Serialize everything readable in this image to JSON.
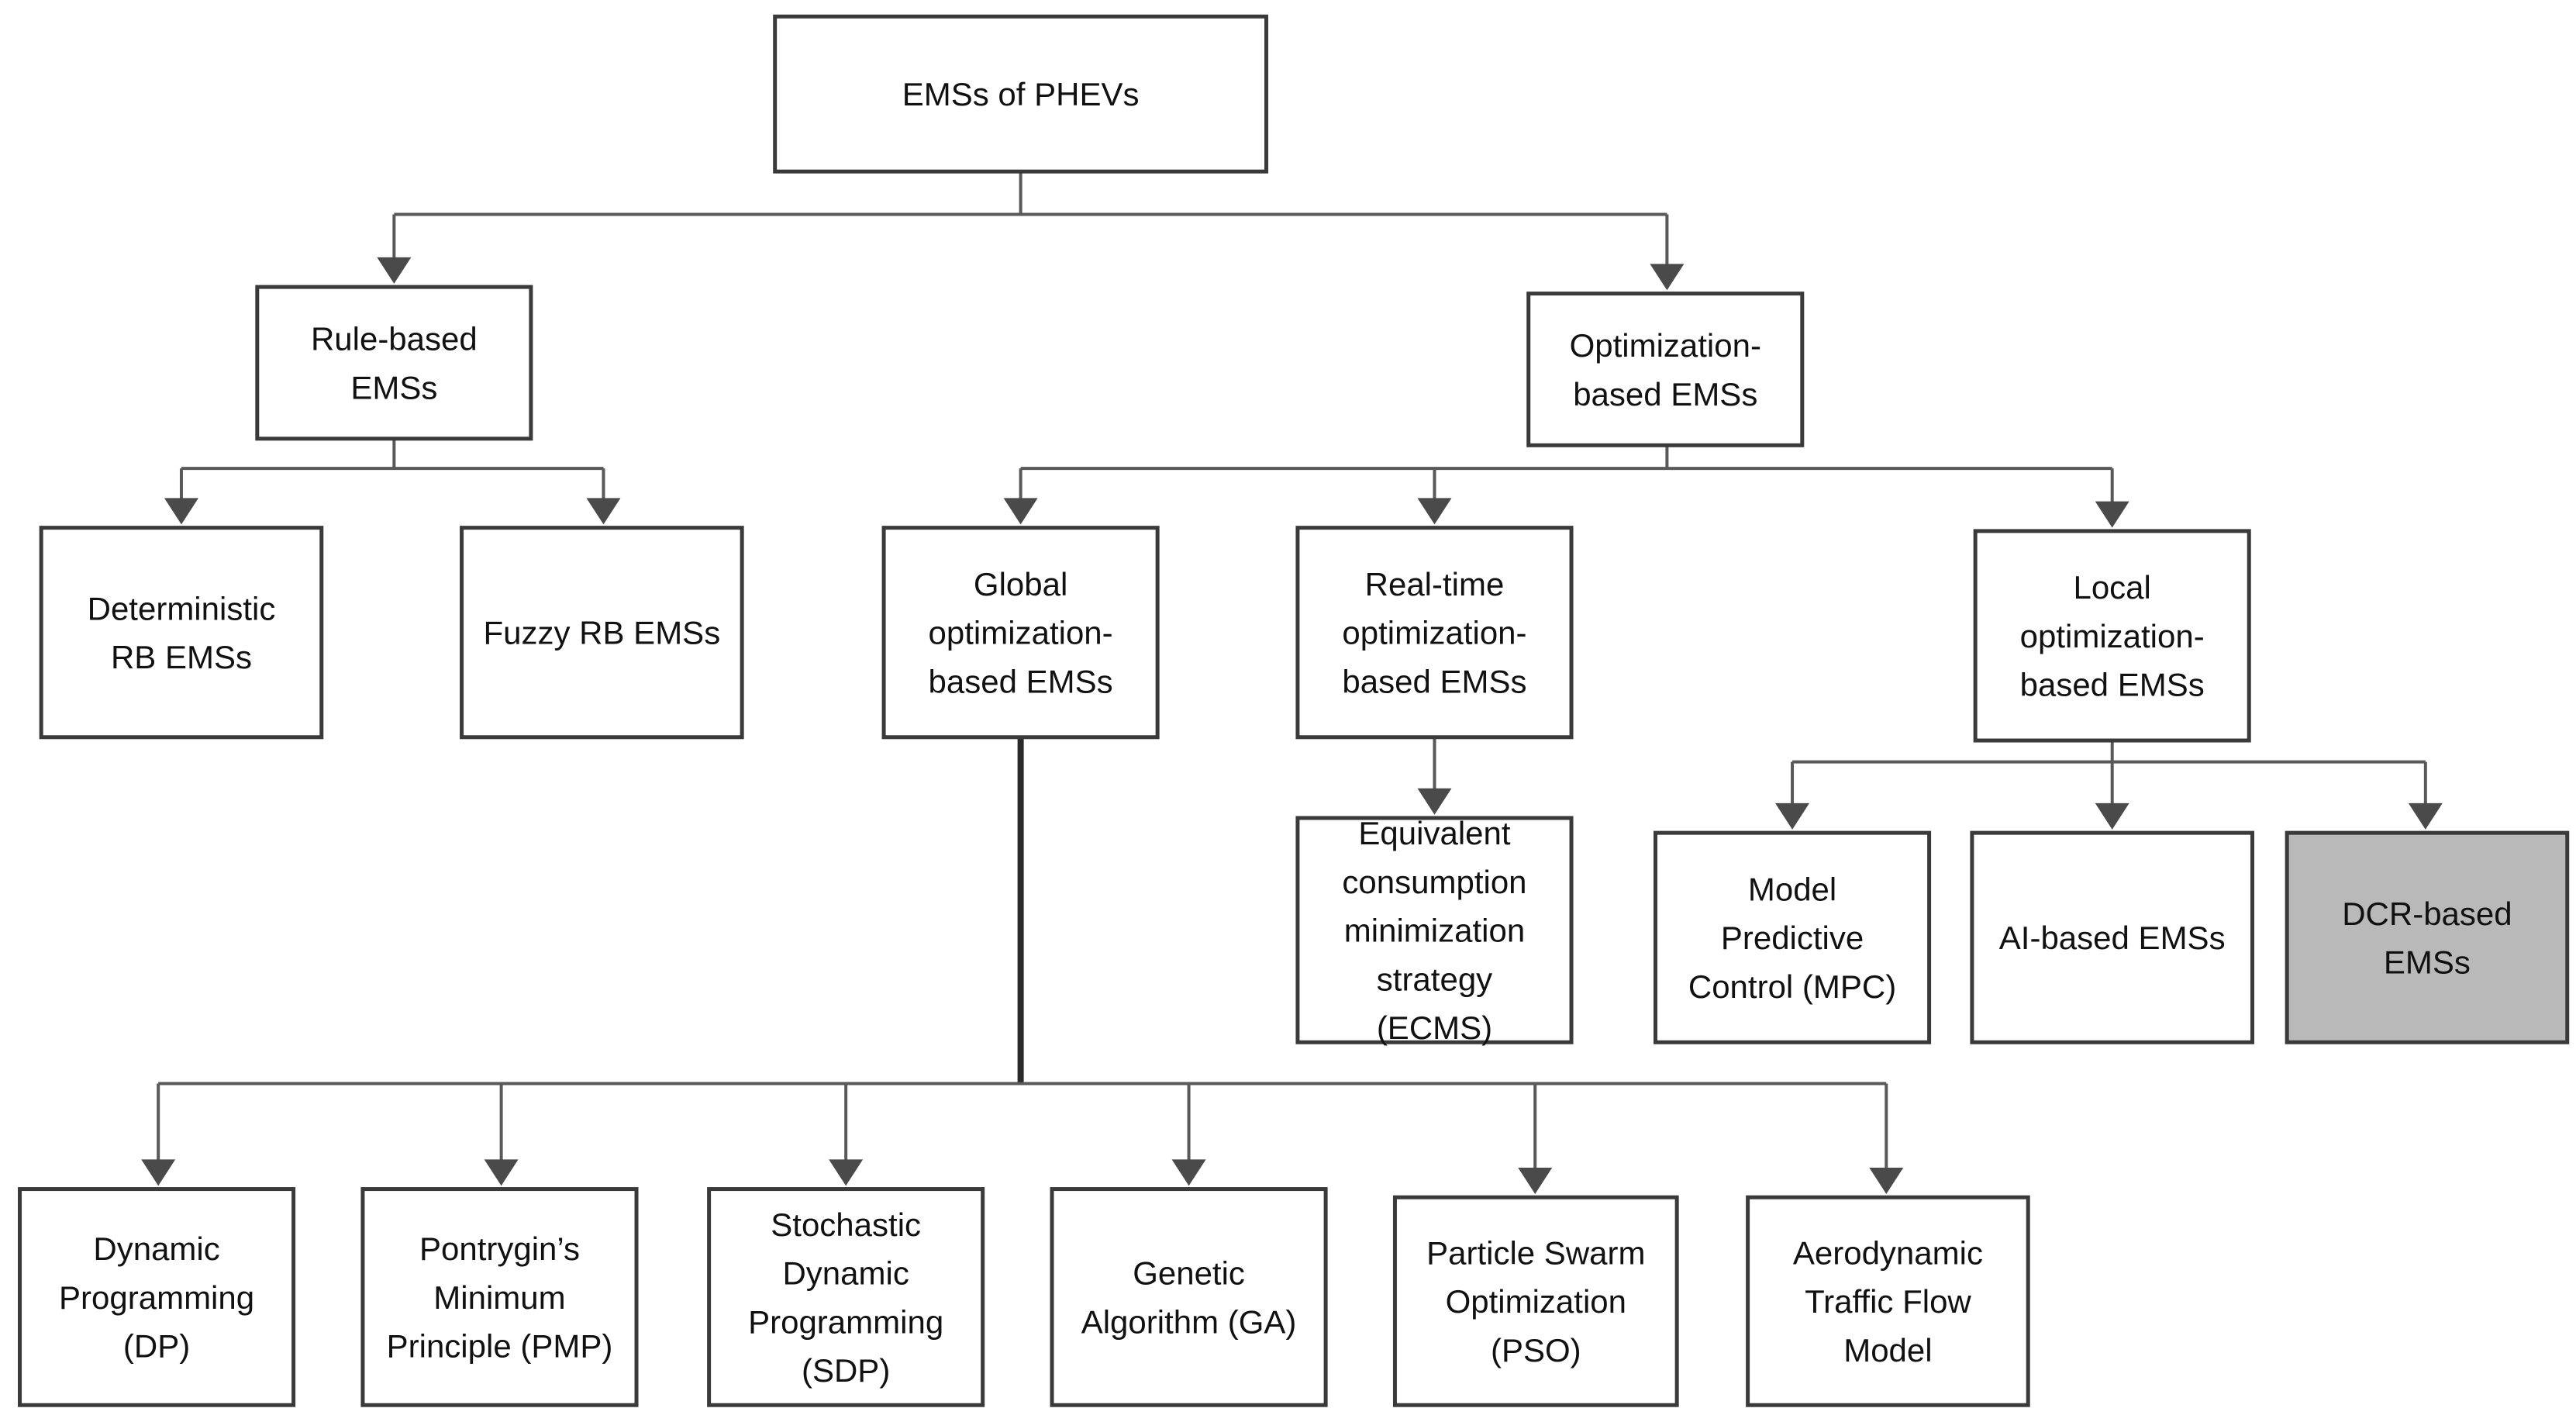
{
  "boxes": {
    "root": [
      "EMSs of PHEVs"
    ],
    "rule_based": [
      "Rule-based",
      "EMSs"
    ],
    "optimization_based": [
      "Optimization-",
      "based EMSs"
    ],
    "deterministic_rb": [
      "Deterministic",
      "RB EMSs"
    ],
    "fuzzy_rb": [
      "Fuzzy RB EMSs"
    ],
    "global_opt": [
      "Global",
      "optimization-",
      "based EMSs"
    ],
    "realtime_opt": [
      "Real-time",
      "optimization-",
      "based EMSs"
    ],
    "local_opt": [
      "Local",
      "optimization-",
      "based EMSs"
    ],
    "ecms": [
      "Equivalent",
      "consumption",
      "minimization",
      "strategy",
      "(ECMS)"
    ],
    "mpc": [
      "Model",
      "Predictive",
      "Control (MPC)"
    ],
    "ai_based": [
      "AI-based EMSs"
    ],
    "dcr_based": [
      "DCR-based",
      "EMSs"
    ],
    "dp": [
      "Dynamic",
      "Programming",
      "(DP)"
    ],
    "pmp": [
      "Pontrygin’s",
      "Minimum",
      "Principle (PMP)"
    ],
    "sdp": [
      "Stochastic",
      "Dynamic",
      "Programming",
      "(SDP)"
    ],
    "ga": [
      "Genetic",
      "Algorithm (GA)"
    ],
    "pso": [
      "Particle Swarm",
      "Optimization",
      "(PSO)"
    ],
    "atfm": [
      "Aerodynamic",
      "Traffic Flow",
      "Model"
    ]
  },
  "colors": {
    "highlight_fill": "#b9b9b9",
    "line": "#595959",
    "border": "#3a3a3a"
  }
}
